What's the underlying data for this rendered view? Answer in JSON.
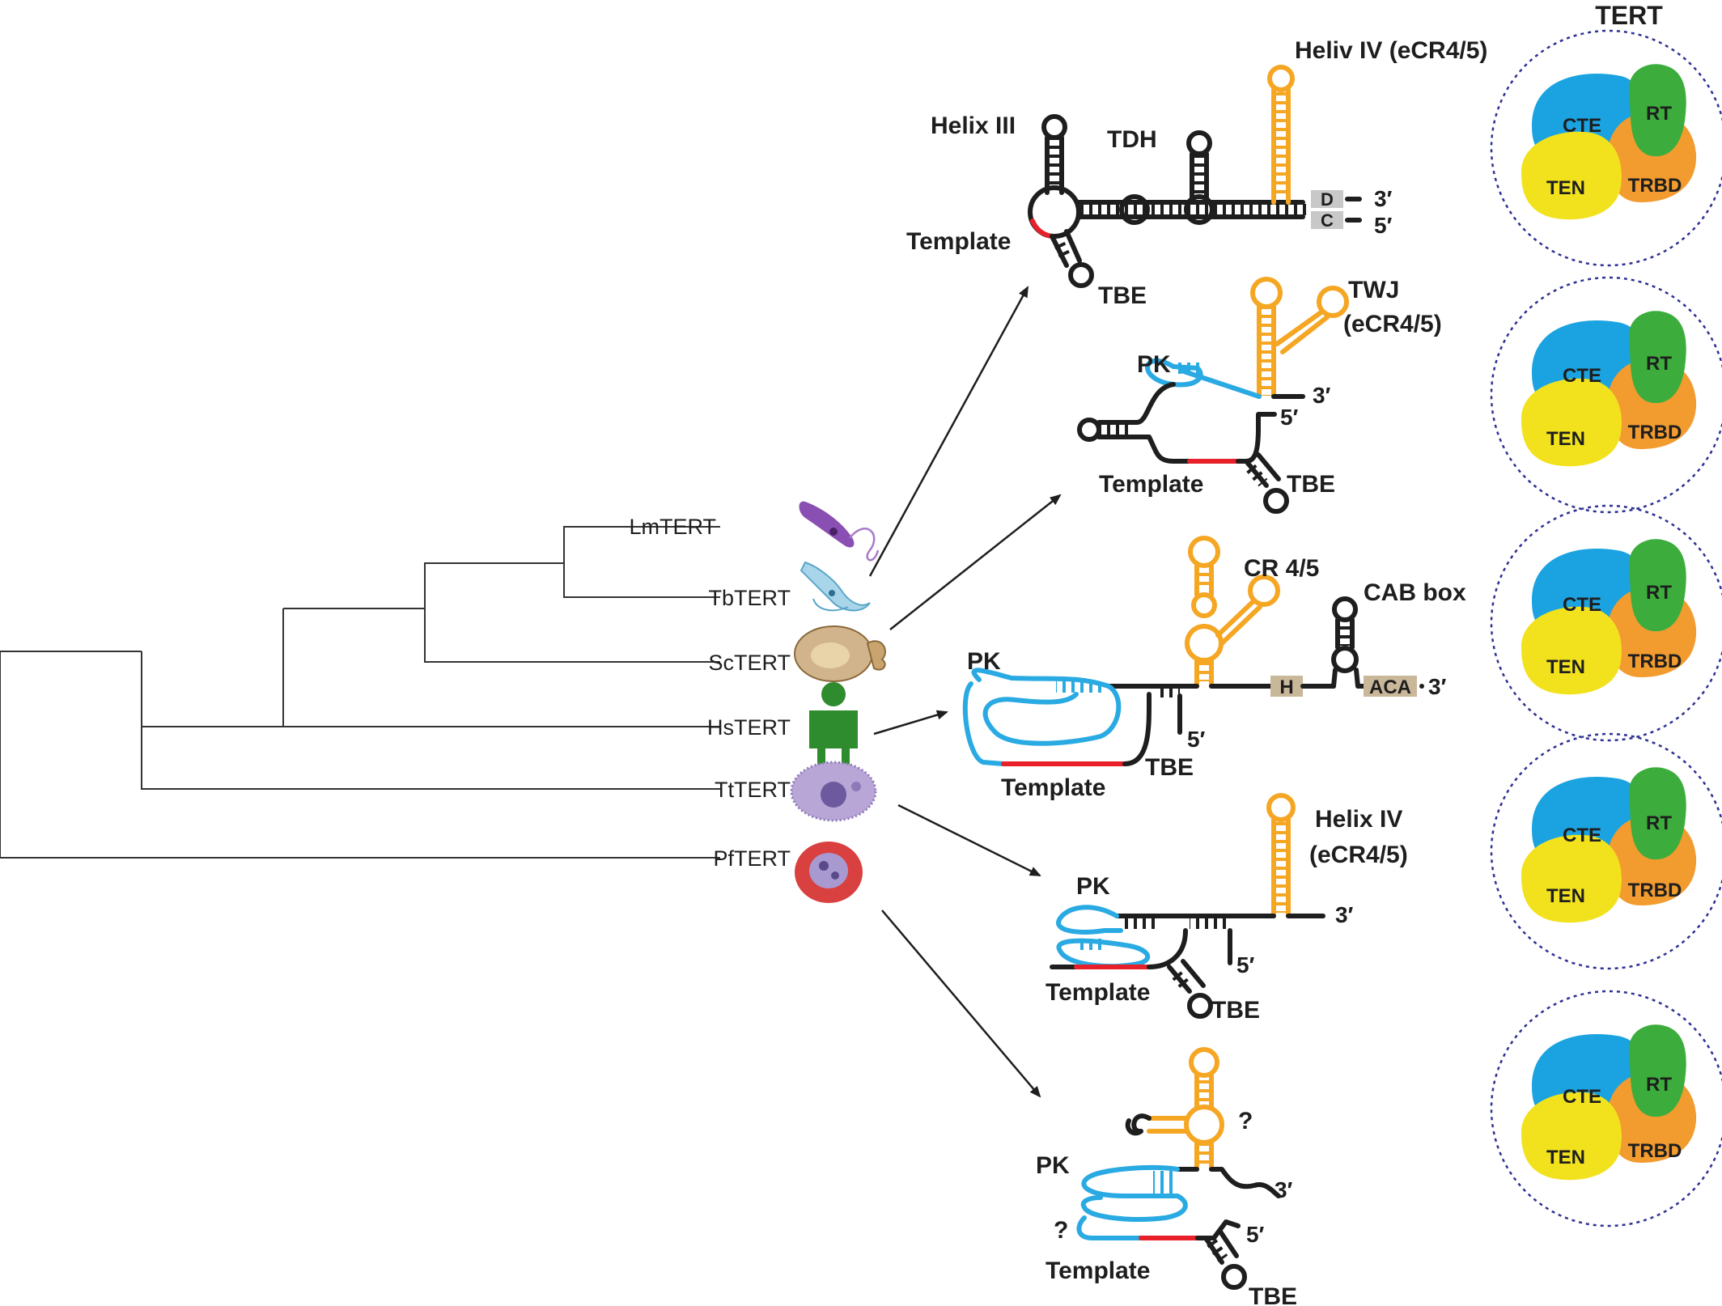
{
  "header": {
    "tert_title": "TERT"
  },
  "species": [
    {
      "name": "LmTERT"
    },
    {
      "name": "TbTERT"
    },
    {
      "name": "ScTERT"
    },
    {
      "name": "HsTERT"
    },
    {
      "name": "TtTERT"
    },
    {
      "name": "PfTERT"
    }
  ],
  "tert_domains": {
    "cte": "CTE",
    "rt": "RT",
    "ten": "TEN",
    "trbd": "TRBD"
  },
  "colors": {
    "template": "#e8202a",
    "pseudoknot": "#2aaae2",
    "cr45": "#f5a623",
    "rna_backbone": "#1e1e1e",
    "cte": "#1aa3e0",
    "rt": "#3cad3c",
    "ten": "#f2e21e",
    "trbd": "#f29b2f",
    "circle_border": "#2e3192",
    "box_fill": "#c9b79a"
  },
  "rna": {
    "leishmania": {
      "helix3": "Helix III",
      "tdh": "TDH",
      "heliv": "Heliv IV (eCR4/5)",
      "template": "Template",
      "tbe": "TBE",
      "end3": "3′",
      "end5": "5′",
      "box_d": "D",
      "box_c": "C"
    },
    "yeast": {
      "pk": "PK",
      "twj": "TWJ",
      "twj_sub": "(eCR4/5)",
      "template": "Template",
      "tbe": "TBE",
      "end3": "3′",
      "end5": "5′"
    },
    "human": {
      "pk": "PK",
      "cr45": "CR 4/5",
      "cab": "CAB box",
      "box_h": "H",
      "box_aca": "ACA",
      "template": "Template",
      "tbe": "TBE",
      "end3": "3′",
      "end5": "5′"
    },
    "tetrahymena": {
      "pk": "PK",
      "helix4": "Helix IV",
      "helix4_sub": "(eCR4/5)",
      "template": "Template",
      "tbe": "TBE",
      "end3": "3′",
      "end5": "5′"
    },
    "plasmodium": {
      "pk": "PK",
      "q1": "?",
      "q2": "?",
      "template": "Template",
      "tbe": "TBE",
      "end3": "3′",
      "end5": "5′"
    }
  }
}
